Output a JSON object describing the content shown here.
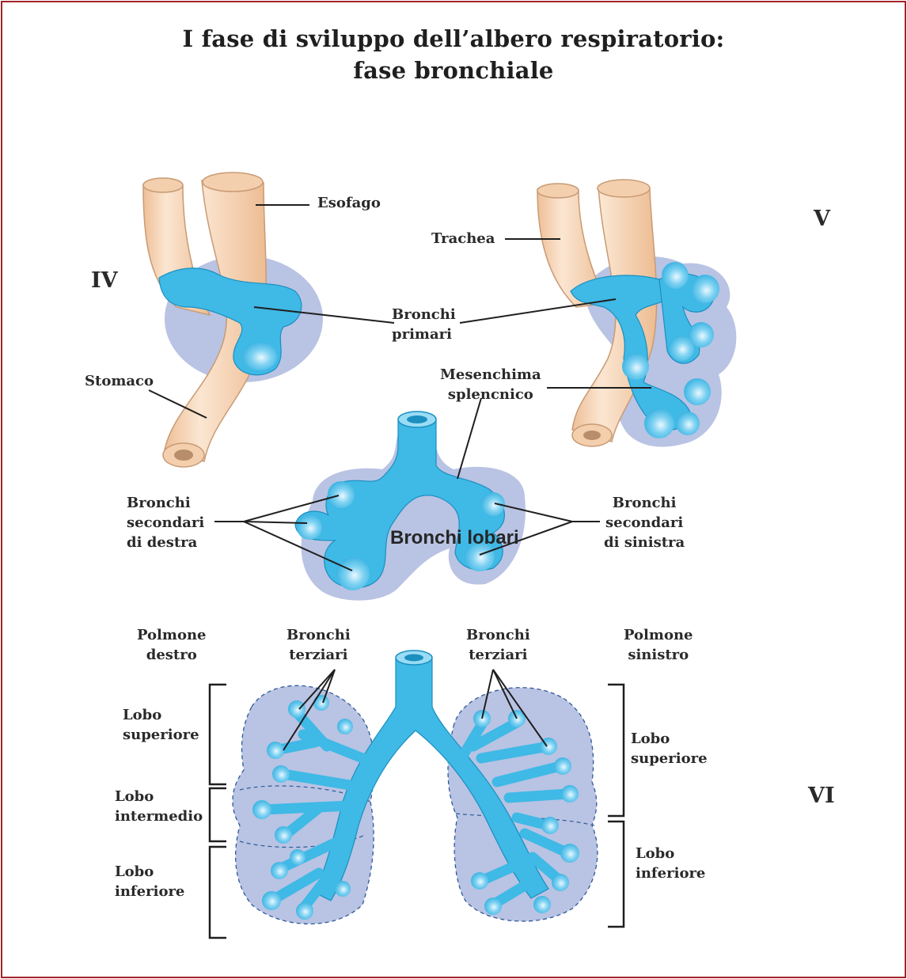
{
  "title": {
    "line1": "I fase di sviluppo dell’albero respiratorio:",
    "line2": "fase bronchiale"
  },
  "stages": {
    "iv": "IV",
    "v": "V",
    "vi": "VI"
  },
  "labels": {
    "esofago": "Esofago",
    "trachea": "Trachea",
    "stomaco": "Stomaco",
    "bronchi_primari": [
      "Bronchi",
      "primari"
    ],
    "mesenchima": [
      "Mesenchima",
      "splencnico"
    ],
    "bronchi_sec_destra": [
      "Bronchi",
      "secondari",
      "di destra"
    ],
    "bronchi_sec_sinistra": [
      "Bronchi",
      "secondari",
      "di sinistra"
    ],
    "bronchi_lobari": "Bronchi lobari",
    "polmone_destro": [
      "Polmone",
      "destro"
    ],
    "polmone_sinistro": [
      "Polmone",
      "sinistro"
    ],
    "bronchi_terziari_left": [
      "Bronchi",
      "terziari"
    ],
    "bronchi_terziari_right": [
      "Bronchi",
      "terziari"
    ],
    "lobo_superiore_dx": [
      "Lobo",
      "superiore"
    ],
    "lobo_intermedio": [
      "Lobo",
      "intermedio"
    ],
    "lobo_inferiore_dx": [
      "Lobo",
      "inferiore"
    ],
    "lobo_superiore_sx": [
      "Lobo",
      "superiore"
    ],
    "lobo_inferiore_sx": [
      "Lobo",
      "inferiore"
    ]
  },
  "colors": {
    "frame": "#a3242b",
    "tube": "#f7d9bd",
    "bud": "#3fb9e6",
    "mesenchyme": "#b9c3e3",
    "text": "#2a2a2a"
  }
}
